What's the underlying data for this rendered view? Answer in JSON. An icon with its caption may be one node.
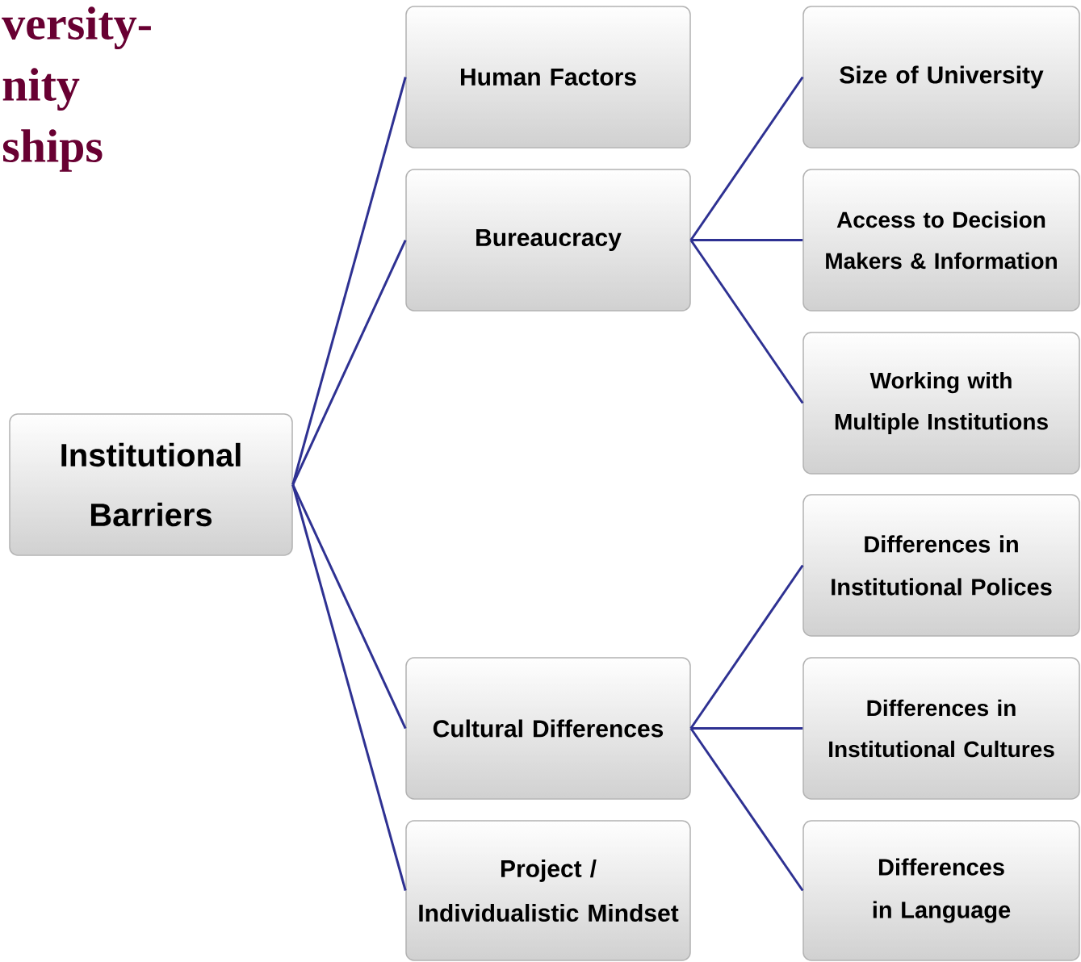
{
  "diagram": {
    "title": "versity- nity ships",
    "nodes": [
      {
        "text": [
          "Institutional Barriers"
        ]
      },
      {
        "text": [
          "Human Factors"
        ]
      },
      {
        "text": [
          "Bureaucracy"
        ]
      },
      {
        "text": [
          "Cultural Differences"
        ]
      },
      {
        "text": [
          "Project / Individualistic Mindset"
        ]
      },
      {
        "text": [
          "Size of University"
        ]
      },
      {
        "text": [
          "Access to Decision Makers & Information"
        ]
      },
      {
        "text": [
          "Working with Multiple Institutions"
        ]
      },
      {
        "text": [
          "Differences in Institutional Polices"
        ]
      },
      {
        "text": [
          "Differences in Institutional Cultures"
        ]
      },
      {
        "text": [
          "Differences in Language"
        ]
      }
    ],
    "edges": [
      {
        "from": 0,
        "to": 1,
        "arrow": "none"
      },
      {
        "from": 0,
        "to": 2,
        "arrow": "none"
      },
      {
        "from": 0,
        "to": 3,
        "arrow": "none"
      },
      {
        "from": 0,
        "to": 4,
        "arrow": "none"
      },
      {
        "from": 2,
        "to": 5,
        "arrow": "none"
      },
      {
        "from": 2,
        "to": 6,
        "arrow": "none"
      },
      {
        "from": 2,
        "to": 7,
        "arrow": "none"
      },
      {
        "from": 3,
        "to": 8,
        "arrow": "none"
      },
      {
        "from": 3,
        "to": 9,
        "arrow": "none"
      },
      {
        "from": 3,
        "to": 10,
        "arrow": "none"
      }
    ]
  }
}
